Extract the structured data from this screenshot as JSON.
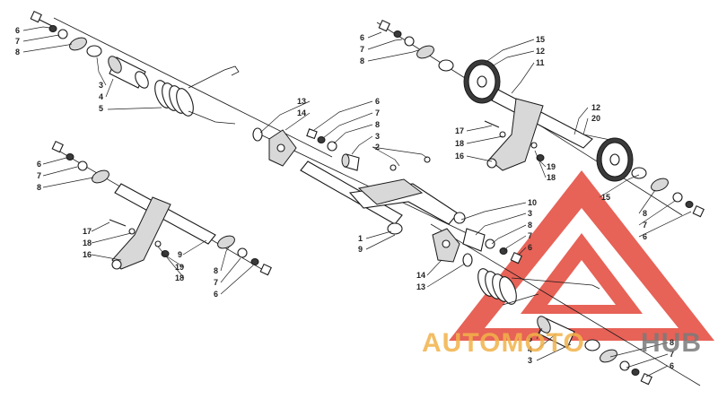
{
  "diagram": {
    "callouts": {
      "tl_6": "6",
      "tl_7": "7",
      "tl_8": "8",
      "tl_3": "3",
      "tl_4": "4",
      "tl_5": "5",
      "tc_13": "13",
      "tc_14": "14",
      "tc_6": "6",
      "tc_7": "7",
      "tc_8": "8",
      "tc_3": "3",
      "tc_2": "2",
      "tr_6": "6",
      "tr_7": "7",
      "tr_8": "8",
      "tr_15": "15",
      "tr_12": "12",
      "tr_11": "11",
      "tr_12b": "12",
      "tr_20": "20",
      "mr_17": "17",
      "mr_18": "18",
      "mr_16": "16",
      "mr_19": "19",
      "mr_18b": "18",
      "ml_6": "6",
      "ml_7": "7",
      "ml_8": "8",
      "bl_17": "17",
      "bl_18": "18",
      "bl_16": "16",
      "bl_9": "9",
      "bl_19": "19",
      "bl_18b": "18",
      "bl_8": "8",
      "bl_7": "7",
      "bl_6": "6",
      "c_1": "1",
      "c_9": "9",
      "c_14": "14",
      "c_13": "13",
      "cr_10": "10",
      "cr_3": "3",
      "cr_8": "8",
      "cr_7": "7",
      "cr_6": "6",
      "rr_15": "15",
      "rr_8": "8",
      "rr_7": "7",
      "rr_6": "6",
      "b_5": "5",
      "b_4": "4",
      "b_3": "3",
      "br_8": "8",
      "br_7": "7",
      "br_6": "6"
    },
    "watermark": {
      "brand_a": "AUTOMOTO",
      "brand_b": "HUB",
      "color_triangle": "#e23b2e",
      "color_brand_a": "#f2b24a",
      "color_brand_b": "#7a7a7a"
    }
  }
}
